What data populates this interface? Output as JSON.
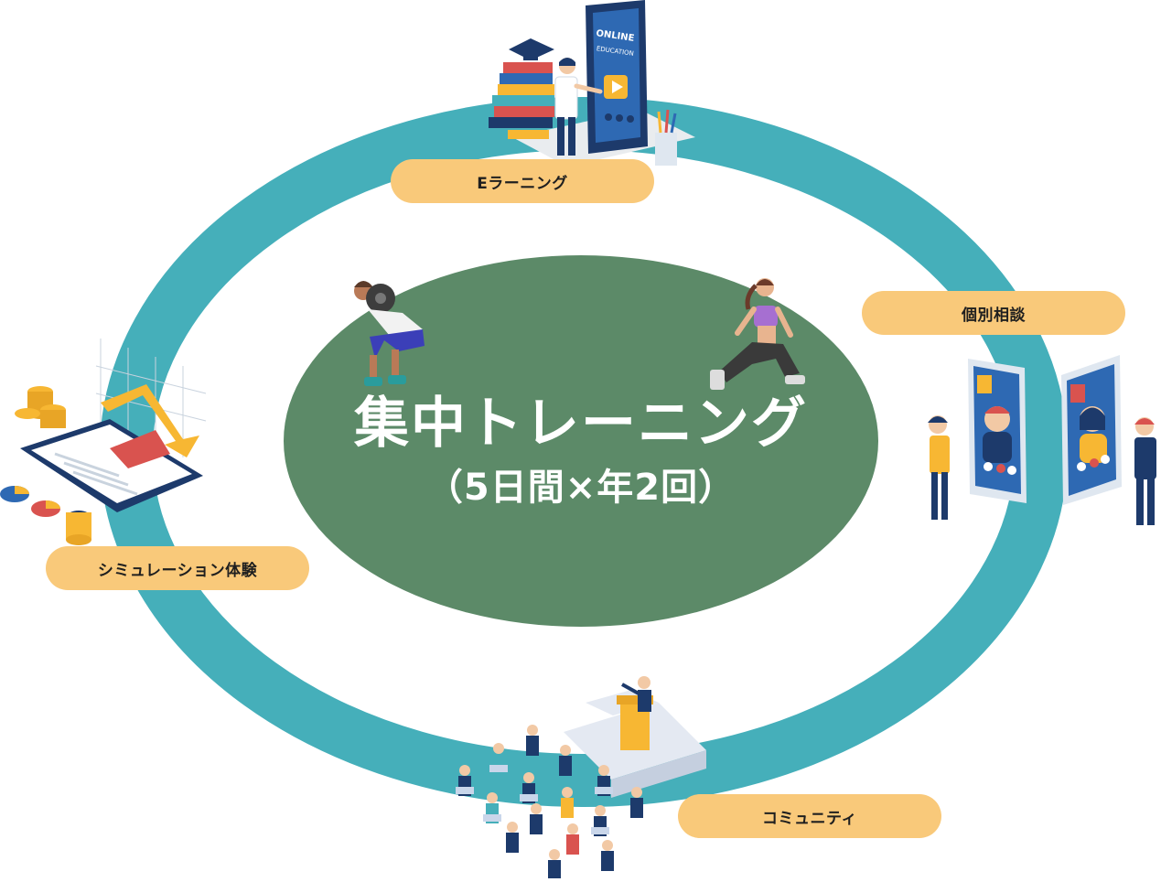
{
  "diagram": {
    "center": {
      "title": "集中トレーニング",
      "subtitle": "（5日間×年2回）"
    },
    "labels": {
      "elearning": "Eラーニング",
      "consultation": "個別相談",
      "simulation": "シミュレーション体験",
      "community": "コミュニティ"
    },
    "illustrations": {
      "elearning": {
        "icon": "online-education-icon",
        "screen_text": [
          "ONLINE",
          "EDUCATION"
        ]
      },
      "consultation": {
        "icon": "video-call-icon"
      },
      "simulation": {
        "icon": "business-chart-icon"
      },
      "community": {
        "icon": "seminar-audience-icon"
      },
      "exercise_left": {
        "icon": "weightlifter-icon"
      },
      "exercise_right": {
        "icon": "lunge-woman-icon"
      }
    },
    "colors": {
      "ring": "#45afba",
      "center": "#5c8a68",
      "pill": "#f9c97a",
      "center_text": "#ffffff"
    }
  }
}
